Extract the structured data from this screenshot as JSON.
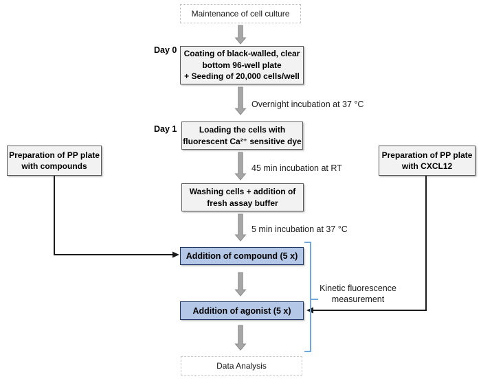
{
  "flowchart": {
    "nodes": {
      "maintenance": {
        "label": "Maintenance of cell culture"
      },
      "day0": {
        "day_label": "Day 0",
        "lines": [
          "Coating of black-walled, clear",
          "bottom 96-well plate",
          "+ Seeding of 20,000 cells/well"
        ]
      },
      "day1": {
        "day_label": "Day 1",
        "lines": [
          "Loading the cells with",
          "fluorescent Ca²⁺ sensitive dye"
        ]
      },
      "washing": {
        "lines": [
          "Washing cells + addition of",
          "fresh assay buffer"
        ]
      },
      "compound": {
        "label": "Addition of compound (5 x)"
      },
      "agonist": {
        "label": "Addition of agonist (5 x)"
      },
      "data_analysis": {
        "label": "Data Analysis"
      },
      "prep_compounds": {
        "lines": [
          "Preparation of PP plate",
          "with compounds"
        ]
      },
      "prep_cxcl12": {
        "lines": [
          "Preparation of PP plate",
          "with CXCL12"
        ]
      }
    },
    "edge_labels": {
      "overnight": "Overnight incubation at 37 °C",
      "min45": "45 min incubation at RT",
      "min5": "5 min incubation at 37 °C"
    },
    "annotations": {
      "kinetic": {
        "lines": [
          "Kinetic fluorescence",
          "measurement"
        ]
      }
    },
    "colors": {
      "solid_box_fill": "#f2f2f2",
      "solid_box_border": "#595959",
      "blue_box_fill": "#b4c7e7",
      "blue_box_border": "#1f3864",
      "dashed_border": "#c6c6c6",
      "block_arrow_fill": "#a6a6a6",
      "connector_line": "#1a1a1a",
      "bracket": "#6fa8dc"
    }
  }
}
